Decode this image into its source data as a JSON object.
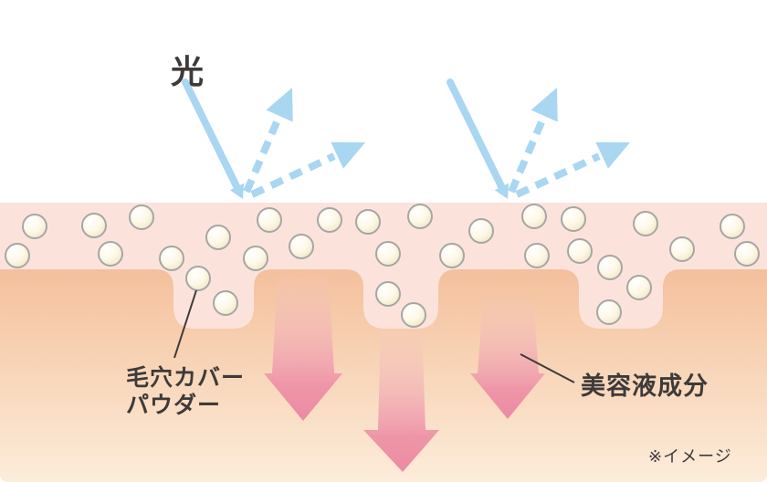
{
  "labels": {
    "light": "光",
    "powder": {
      "line1": "毛穴カバー",
      "line2": "パウダー"
    },
    "serum": "美容液成分",
    "note": "※イメージ"
  },
  "colors": {
    "light_ray_blue": "#a9d6f1",
    "epidermis_pink": "#fbe3dc",
    "dermis_top": "#f4bf9c",
    "dermis_bottom": "#fdeedd",
    "powder_bead_fill": "#efe3bc",
    "powder_bead_ring": "#a6a6a6",
    "serum_arrow_pink": "#ec8aa4",
    "label_text": "#3e3a39"
  },
  "diagram": {
    "light_beams": 2,
    "reflected_rays_per_beam": 2,
    "pore_dips": 3,
    "powder_beads": 31,
    "serum_arrows": 3
  }
}
